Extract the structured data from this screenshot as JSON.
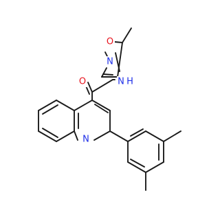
{
  "molecule": {
    "colors": {
      "bond": "#1a1a1a",
      "C": "#1a1a1a",
      "N": "#1f2fe8",
      "O": "#e8141e"
    },
    "atoms": [
      {
        "id": "o_carbonyl",
        "element": "O",
        "label": "O"
      },
      {
        "id": "n_amide",
        "element": "N",
        "label": "N"
      },
      {
        "id": "h_amide",
        "element": "H",
        "label": "H"
      },
      {
        "id": "o_isoxazole",
        "element": "O",
        "label": "O"
      },
      {
        "id": "n_isoxazole",
        "element": "N",
        "label": "N"
      },
      {
        "id": "n_quinoline",
        "element": "N",
        "label": "N"
      }
    ]
  }
}
